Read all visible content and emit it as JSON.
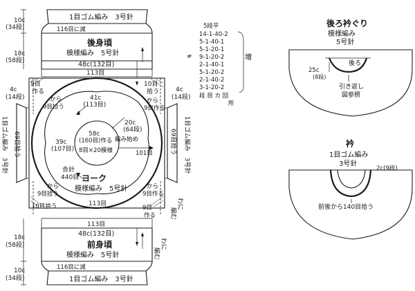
{
  "back": {
    "ribbing": "1目ゴム編み　3号針",
    "decrease": "116目に減",
    "title": "後身頃",
    "pattern": "模様編み　5号針",
    "width": "48c(132目)",
    "count113": "113目",
    "h_rib": "10c",
    "h_rib_rows": "(34段)",
    "h_body": "18c",
    "h_body_rows": "(58段)"
  },
  "front": {
    "ribbing": "1目ゴム編み　3号針",
    "decrease": "116目に減",
    "title": "前身頃",
    "pattern": "模様編み　5号針",
    "width": "48c(132目)",
    "count113": "113目",
    "h_rib": "10c",
    "h_rib_rows": "(34段)",
    "h_body": "18c",
    "h_body_rows": "(58段)",
    "wa_ni_amu_1": "わに",
    "wa_ni_amu_2": "編む"
  },
  "yoke": {
    "title": "ヨーク",
    "pattern": "模様編み　5号針",
    "outer": "41c",
    "outer_sts": "(113目)",
    "left": "39c",
    "left_sts": "(107目)",
    "right": "20c",
    "right_rows": "(64段)",
    "inner": "58c",
    "inner_sts": "(160目)作る",
    "inner_pattern": "8目×20模様",
    "start": "編み始め",
    "count101": "101目",
    "total": "合計",
    "total_sts": "440目",
    "bottom113": "113目"
  },
  "connectors": {
    "tl_nine_make": "9目",
    "tl_make": "作る",
    "tl_from": "から",
    "tl_nine_pick": "9目拾う",
    "tr_ten_pick": "10目",
    "tr_pick": "拾う",
    "tr_from": "から",
    "tr_nine_make": "9目作る",
    "bl_from": "から",
    "bl_nine_pick": "9目拾う",
    "bl_ten_pick": "10目拾う",
    "br_from": "から",
    "br_nine_make": "9目作る",
    "br_nine": "9目",
    "br_make": "作る"
  },
  "sleeveL": {
    "w": "4c",
    "w_rows": "(14段)",
    "pick": "69目拾う",
    "rib": "1目ゴム編み　3号針"
  },
  "sleeveR": {
    "w": "4c",
    "w_rows": "(14段)",
    "pick": "69目拾う",
    "rib": "1目ゴム編み　3号針",
    "wa_ni_amu_1": "わに",
    "wa_ni_amu_2": "編む"
  },
  "table": {
    "heading": "5段平",
    "rows": [
      "14-1-40-2",
      "5-1-40-1",
      "5-1-20-1",
      "9-1-20-2",
      "2-1-40-1",
      "5-1-20-2",
      "2-1-40-2",
      "3-1-20-2"
    ],
    "footer": "段 目 カ 回",
    "footer2": "所",
    "increase": "増"
  },
  "back_neck": {
    "title": "後ろ衿ぐり",
    "pattern": "模様編み",
    "needle": "5号針",
    "label": "後ろ",
    "depth": "25c",
    "depth_rows": "(8段)",
    "note1": "引き返し",
    "note2": "図参照"
  },
  "collar": {
    "title": "衿",
    "ribbing": "1目ゴム編み",
    "needle": "3号針",
    "width": "2c(9段)",
    "pickup": "前後から140目拾う"
  }
}
